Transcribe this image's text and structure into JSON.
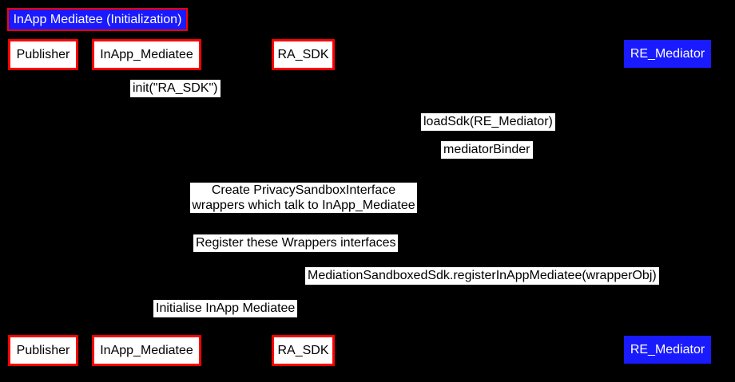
{
  "diagram": {
    "title": "InApp Mediatee (Initialization)",
    "actors": [
      {
        "name": "Publisher",
        "variant": "default"
      },
      {
        "name": "InApp_Mediatee",
        "variant": "default"
      },
      {
        "name": "RA_SDK",
        "variant": "default"
      },
      {
        "name": "RE_Mediator",
        "variant": "mediator"
      }
    ],
    "messages": [
      {
        "text": "init(\"RA_SDK\")"
      },
      {
        "text": "loadSdk(RE_Mediator)"
      },
      {
        "text": "mediatorBinder"
      },
      {
        "line1": "Create PrivacySandboxInterface",
        "line2": "wrappers which talk to InApp_Mediatee"
      },
      {
        "text": "Register these Wrappers interfaces"
      },
      {
        "text": "MediationSandboxedSdk.registerInAppMediatee(wrapperObj)"
      },
      {
        "text": "Initialise InApp Mediatee"
      }
    ],
    "colors": {
      "background": "#000000",
      "actor_fill": "#ffffff",
      "actor_border": "#ff0000",
      "actor_text": "#000000",
      "mediator_fill": "#1a1aff",
      "mediator_text": "#ffffff",
      "title_fill": "#1a1aff",
      "title_border": "#ff0000",
      "title_text": "#ffffff",
      "label_fill": "#ffffff",
      "label_text": "#000000"
    }
  }
}
